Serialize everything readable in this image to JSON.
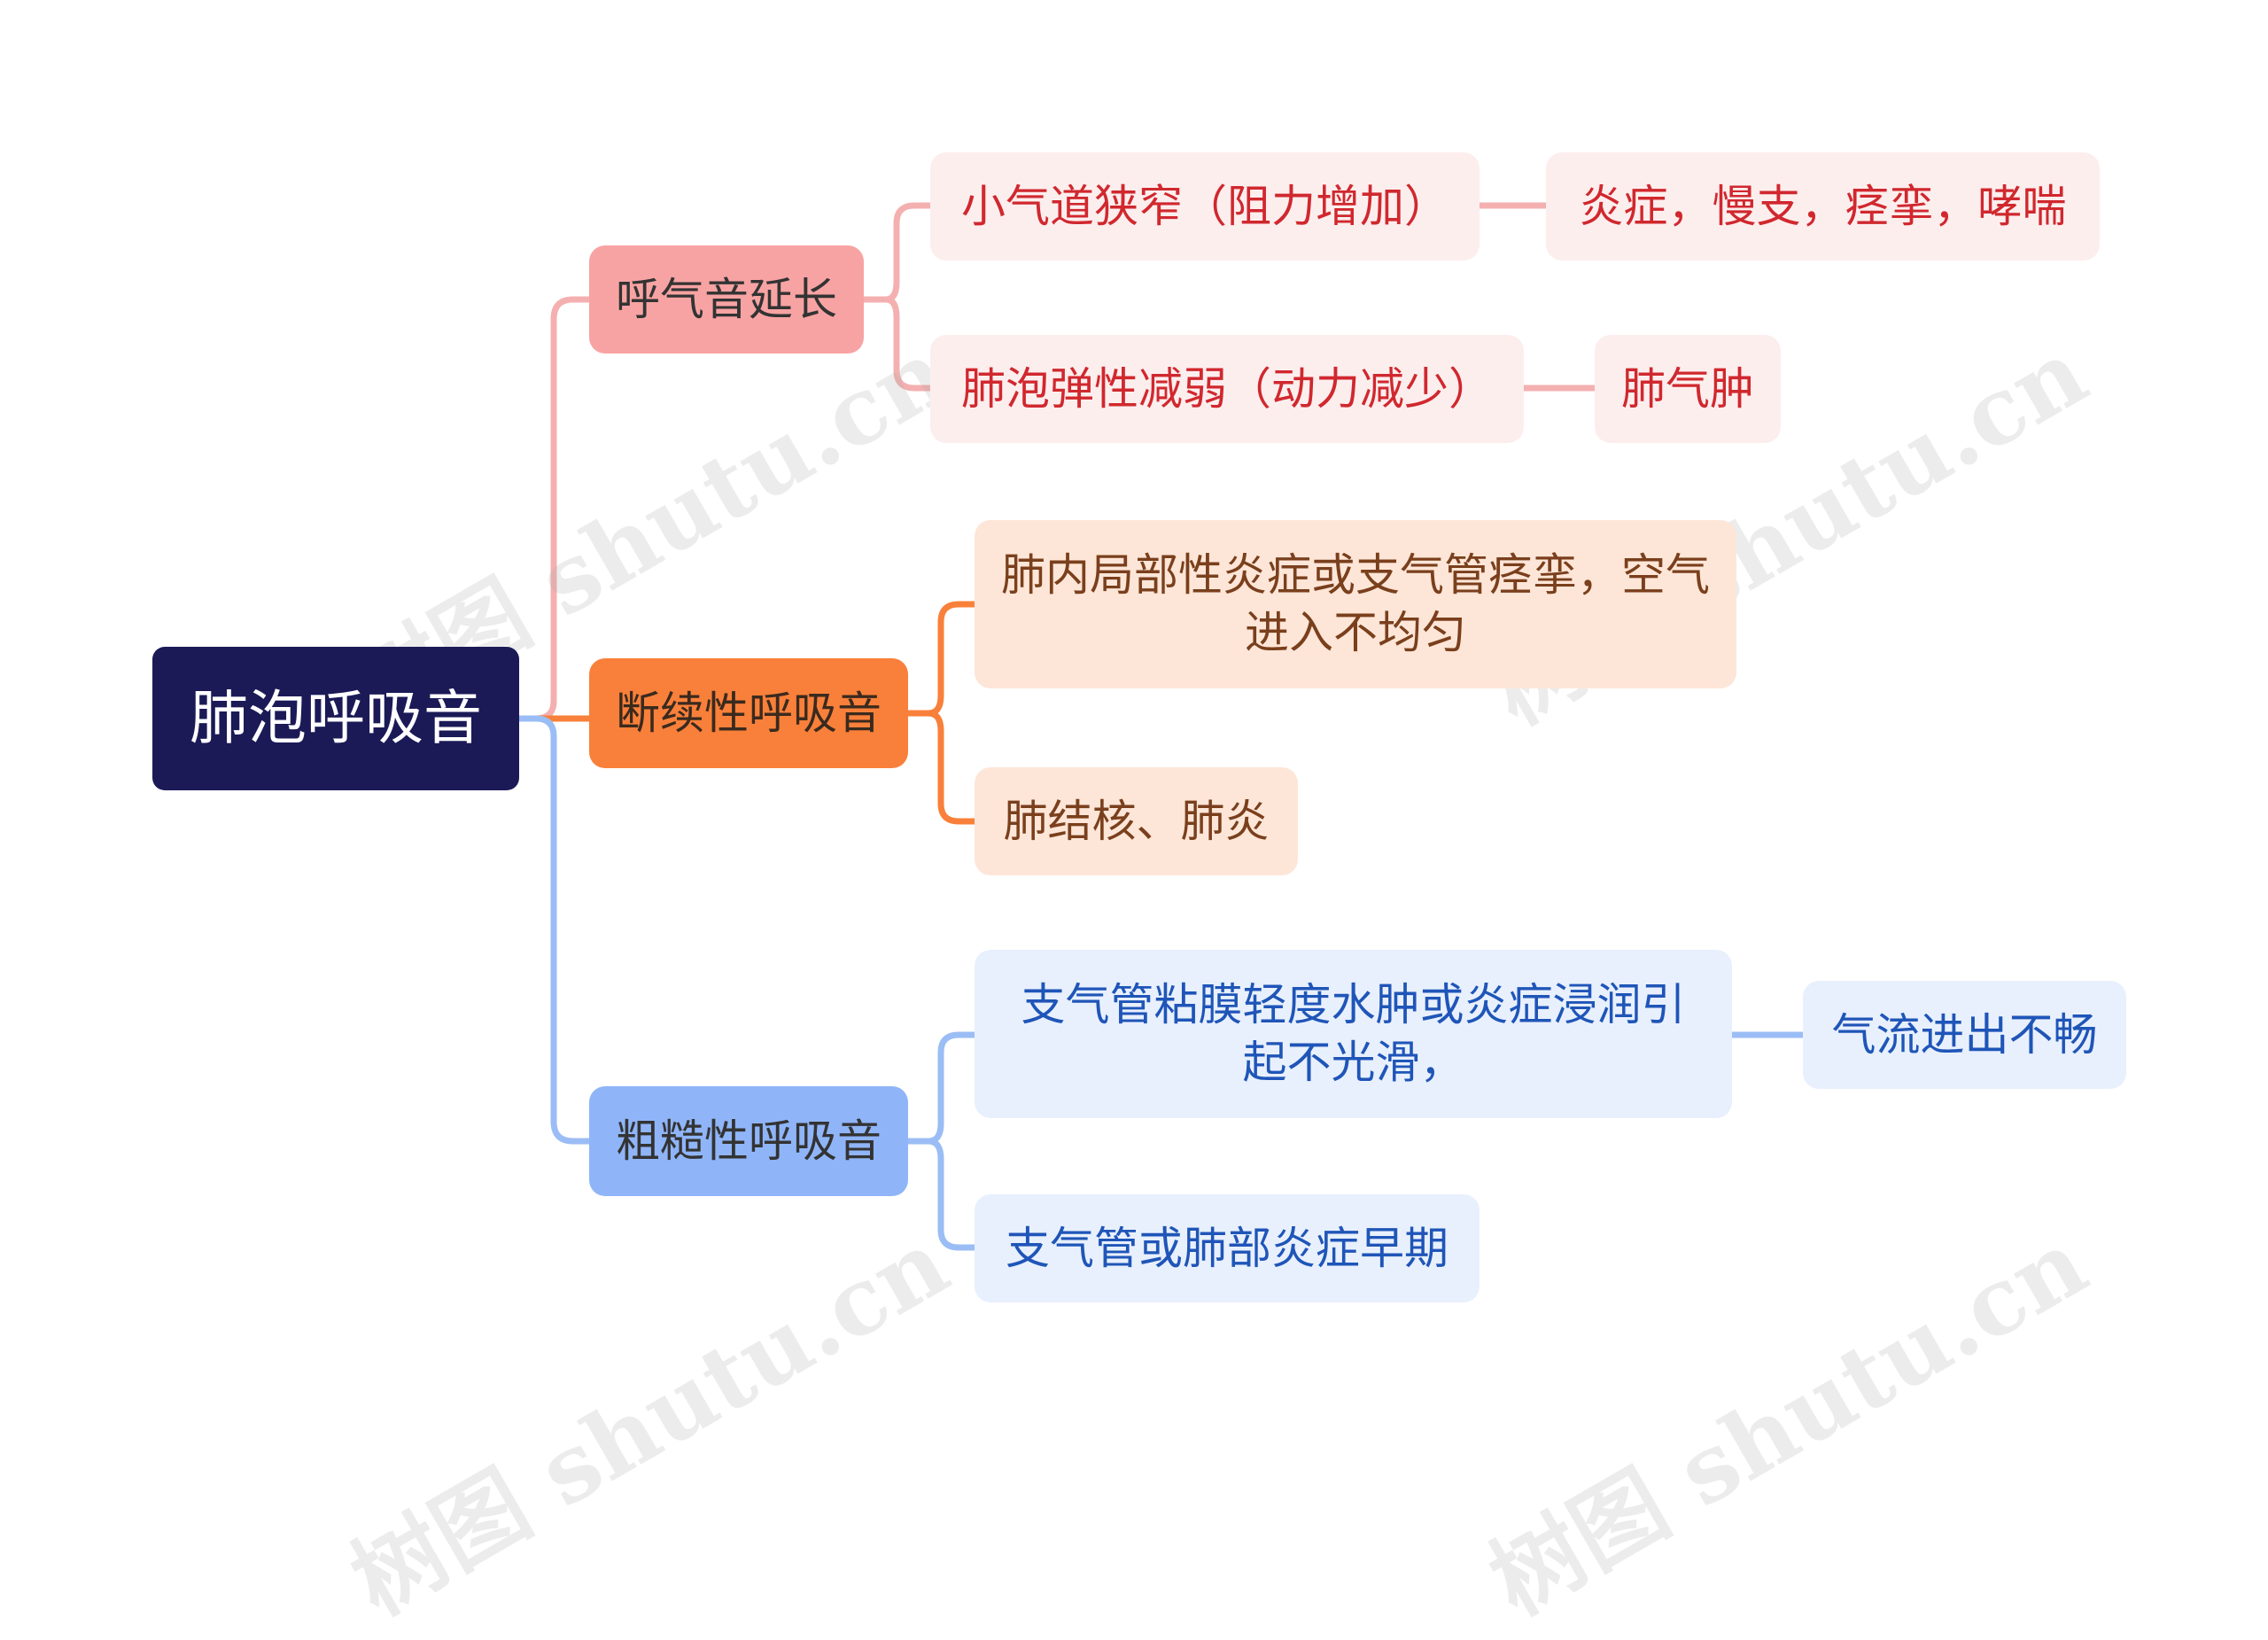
{
  "root": {
    "label": "肺泡呼吸音"
  },
  "branches": [
    {
      "label": "呼气音延长",
      "color": "#f8a3a3",
      "children": [
        {
          "label": "小气道狭窄（阻力增加）",
          "child": "炎症，慢支，痉挛，哮喘"
        },
        {
          "label": "肺泡弹性减弱（动力减少）",
          "child": "肺气肿"
        }
      ]
    },
    {
      "label": "断续性呼吸音",
      "color": "#f9803a",
      "children": [
        {
          "label": "肺内局部性炎症或支气管痉挛，空气进入不均匀"
        },
        {
          "label": "肺结核、肺炎"
        }
      ]
    },
    {
      "label": "粗糙性呼吸音",
      "color": "#8fb5f8",
      "children": [
        {
          "label": "支气管粘膜轻度水肿或炎症浸润引起不光滑，",
          "child": "气流进出不畅"
        },
        {
          "label": "支气管或肺部炎症早期"
        }
      ]
    }
  ],
  "watermark": "树图 shutu.cn",
  "colors": {
    "root_bg": "#1b1a57",
    "red_link": "#f4b0b0",
    "orange_link": "#f9803a",
    "blue_link": "#9bbdf5"
  }
}
